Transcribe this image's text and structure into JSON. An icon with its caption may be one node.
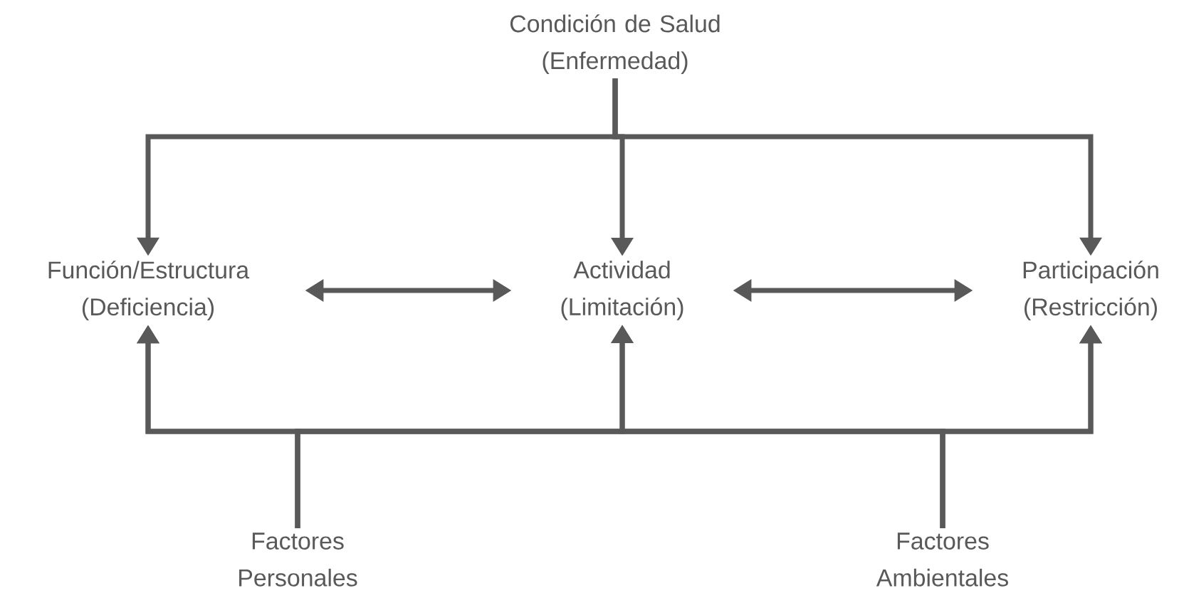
{
  "diagram": {
    "nodes": [
      {
        "text": [
          "Condición de Salud (Enfermedad)"
        ]
      },
      {
        "text": [
          "Función/Estructura (Deficiencia)"
        ]
      },
      {
        "text": [
          "Actividad (Limitación)"
        ]
      },
      {
        "text": [
          "Participación (Restricción)"
        ]
      },
      {
        "text": [
          "Factores Personales"
        ]
      },
      {
        "text": [
          "Factores Ambientales"
        ]
      }
    ],
    "edges": [
      {
        "from": 0,
        "to": 1,
        "arrow": "to"
      },
      {
        "from": 0,
        "to": 2,
        "arrow": "to"
      },
      {
        "from": 0,
        "to": 3,
        "arrow": "to"
      },
      {
        "from": 1,
        "to": 2,
        "arrow": "both"
      },
      {
        "from": 2,
        "to": 3,
        "arrow": "both"
      },
      {
        "from": 4,
        "to": 1,
        "arrow": "to"
      },
      {
        "from": 4,
        "to": 2,
        "arrow": "to"
      },
      {
        "from": 4,
        "to": 3,
        "arrow": "to"
      },
      {
        "from": 5,
        "to": 1,
        "arrow": "to"
      },
      {
        "from": 5,
        "to": 2,
        "arrow": "to"
      },
      {
        "from": 5,
        "to": 3,
        "arrow": "to"
      }
    ]
  }
}
